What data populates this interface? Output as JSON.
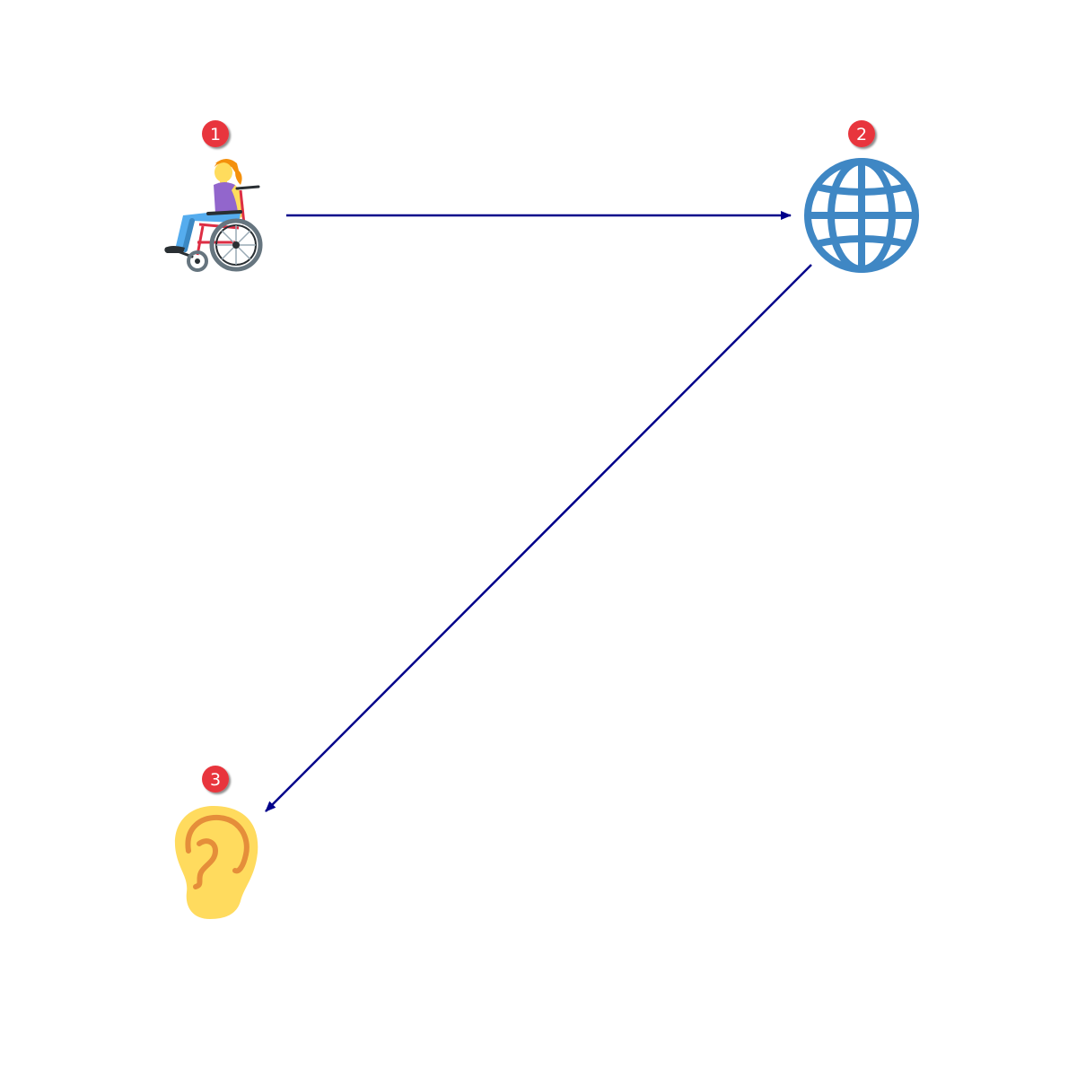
{
  "diagram": {
    "nodes": [
      {
        "id": "node-1",
        "badge": "1",
        "icon": "woman-in-manual-wheelchair-icon"
      },
      {
        "id": "node-2",
        "badge": "2",
        "icon": "globe-icon"
      },
      {
        "id": "node-3",
        "badge": "3",
        "icon": "ear-icon"
      }
    ],
    "edges": [
      {
        "from": "node-1",
        "to": "node-2"
      },
      {
        "from": "node-2",
        "to": "node-3"
      }
    ],
    "colors": {
      "edge": "#00008b",
      "badge": "#e8363d",
      "globe": "#3f87c4",
      "ear": "#ffdb5e",
      "ear_detail": "#e58e3a"
    }
  }
}
